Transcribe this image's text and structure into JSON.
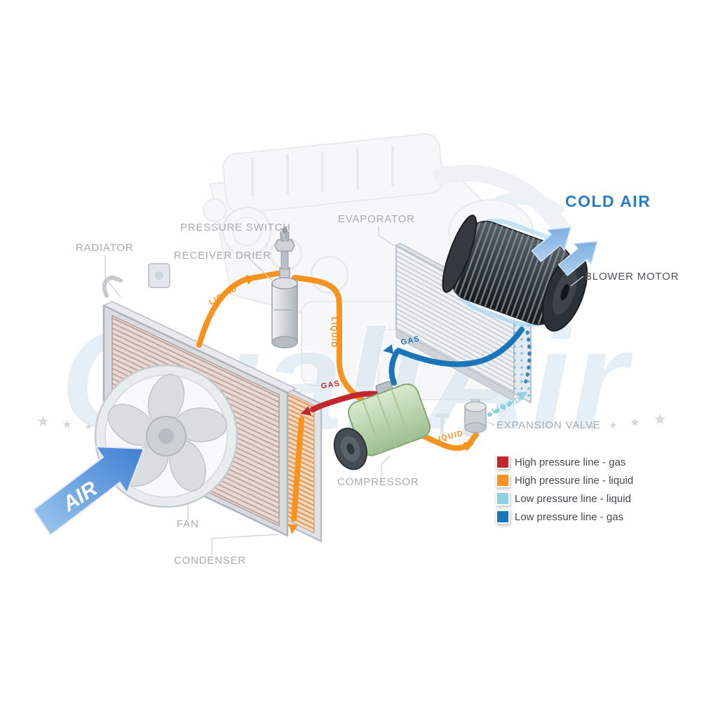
{
  "watermark": {
    "brand": "QualiAir",
    "subtext": "AUTO PARTS",
    "star": "★"
  },
  "component_labels": {
    "radiator": "RADIATOR",
    "pressure_switch": "PRESSURE SWITCH",
    "receiver_drier": "RECEIVER DRIER",
    "evaporator": "EVAPORATOR",
    "blower_motor": "BLOWER MOTOR",
    "cold_air": "COLD AIR",
    "expansion_valve": "EXPANSION VALVE",
    "compressor": "COMPRESSOR",
    "fan": "FAN",
    "condenser": "CONDENSER",
    "air_flow": "AIR"
  },
  "pipe_labels": {
    "high_pressure_gas": "GAS",
    "high_pressure_liquid": "LIQUID",
    "low_pressure_liquid": "LIQUID",
    "low_pressure_gas": "GAS"
  },
  "legend": {
    "items": [
      {
        "label": "High pressure line - gas",
        "color": "#c1272d"
      },
      {
        "label": "High pressure line - liquid",
        "color": "#f6921e"
      },
      {
        "label": "Low pressure line - liquid",
        "color": "#8fd1e3"
      },
      {
        "label": "Low pressure line -  gas",
        "color": "#1b75bb"
      }
    ]
  },
  "colors": {
    "high_pressure_gas": "#c1272d",
    "high_pressure_liquid": "#f6921e",
    "low_pressure_liquid": "#8fd1e3",
    "low_pressure_gas": "#1b75bb",
    "cold_air_text": "#2a7cc7"
  }
}
